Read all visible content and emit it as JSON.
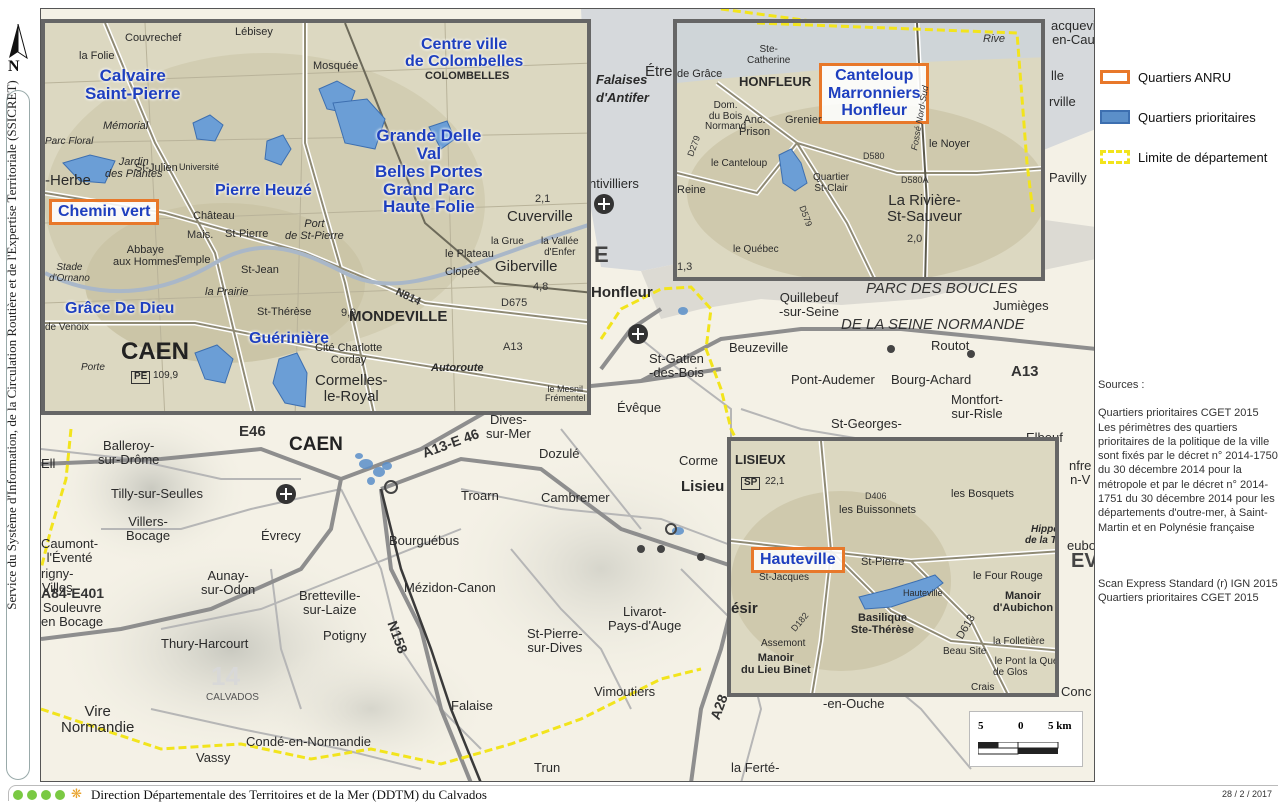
{
  "north": {
    "label": "N"
  },
  "credit_vertical": "Service du Système d'Information, de la Circulation Routière et de l'Expertise Territoriale (SSICRET)",
  "legend": {
    "items": [
      {
        "label": "Quartiers ANRU",
        "color": "#e8782a",
        "style": "outline"
      },
      {
        "label": "Quartiers prioritaires",
        "color": "#5b8fc9",
        "style": "fill"
      },
      {
        "label": "Limite de département",
        "color": "#f2e41c",
        "style": "dashed"
      }
    ]
  },
  "sources": {
    "heading": "Sources :",
    "line1": "Quartiers prioritaires CGET 2015",
    "line2": "Les périmètres des quartiers prioritaires de la politique de la ville sont fixés par le décret n° 2014-1750 du 30 décembre 2014 pour la métropole et par le décret n° 2014-1751 du 30 décembre 2014 pour les départements d'outre-mer, à Saint-Martin et en Polynésie française",
    "line3": "Scan Express Standard (r) IGN 2015",
    "line4": "Quartiers prioritaires CGET 2015"
  },
  "footer": {
    "text": "Direction Départementale des Territoires et de la Mer (DDTM) du Calvados",
    "date": "28 / 2 / 2017",
    "star": "❋"
  },
  "scale": {
    "left": "5",
    "mid": "0",
    "right": "5 km"
  },
  "inset_caen": {
    "quarters": {
      "calvaire": "Calvaire\nSaint-Pierre",
      "colombelles": "Centre ville\nde Colombelles",
      "grande_delle": "Grande Delle\nVal\nBelles Portes\nGrand Parc\nHaute Folie",
      "pierre_heuze": "Pierre Heuzé",
      "chemin_vert": "Chemin vert",
      "grace_de_dieu": "Grâce De Dieu",
      "gueriniere": "Guérinière"
    },
    "places": {
      "caen": "CAEN",
      "mondeville": "MONDEVILLE",
      "cormelles": "Cormelles-\nle-Royal",
      "giberville": "Giberville",
      "cuverville": "Cuverville",
      "colombelles_sm": "COLOMBELLES",
      "mosquee": "Mosquée",
      "st_julien": "St-Julien",
      "st_pierre": "St-Pierre",
      "st_jean": "St-Jean",
      "la_prairie": "la Prairie",
      "abbaye": "Abbaye\naux Hommes",
      "herbe": "-Herbe",
      "jardin": "Jardin\ndes Plantes",
      "parc_floral": "Parc Floral",
      "la_folie": "la Folie",
      "couvrechef": "Couvrechef",
      "memorial": "Mémorial",
      "lebisey": "Lébisey",
      "plateau": "le Plateau",
      "clopee": "Clopée",
      "therese": "St-Thérèse",
      "charlotte": "Cité Charlotte\nCorday",
      "autoroute": "Autoroute",
      "port": "Port\nde St-Pierre",
      "chateau": "Château",
      "temple": "Temple",
      "universite": "Université",
      "vallee": "la Vallée\nd'Enfer",
      "grue": "la Grue",
      "stade": "Stade\nd'Ornano",
      "venoix": "de Venoix",
      "porte": "Porte",
      "pe": "PE",
      "elev": "109,9",
      "mesnil": "le Mesnil\nFrémentel",
      "d675": "D675",
      "a13": "A13",
      "n814": "N814",
      "elev2": "4,8",
      "elev3": "2,1",
      "elev4": "9,9",
      "mais": "Mais.",
      "stadium": "Stade"
    }
  },
  "inset_honfleur": {
    "anru": "Canteloup\nMarronniers\nHonfleur",
    "places": {
      "honfleur": "HONFLEUR",
      "grace": "de Grâce",
      "catherine": "Ste-\nCatherine",
      "grenier": "Grenier",
      "prison": "Anc.\nPrison",
      "dom": "Dom.\ndu Bois\nNormand",
      "reine": "Reine",
      "canteloup": "le Canteloup",
      "quartier": "Quartier\nSt-Clair",
      "riviere": "La Rivière-\nSt-Sauveur",
      "quebec": "le Québec",
      "noyer": "le Noyer",
      "d580": "D580",
      "d580a": "D580A",
      "d579": "D579",
      "d279": "D279",
      "elev": "2,0",
      "elev2": "1,3",
      "fosse": "Fossé Nord-Sud",
      "rive": "Rive"
    }
  },
  "inset_lisieux": {
    "anru": "Hauteville",
    "places": {
      "lisieux": "LISIEUX",
      "sp": "SP",
      "elev": "22,1",
      "buissonnets": "les Buissonnets",
      "bosquets": "les Bosquets",
      "st_jacques": "St-Jacques",
      "st_pierre": "St-Pierre",
      "hippodrome": "Hippod\nde la Trés",
      "four_rouge": "le Four Rouge",
      "manoir_aubichon": "Manoir\nd'Aubichon",
      "hauteville_sm": "Hauteville",
      "basilique": "Basilique\nSte-Thérèse",
      "assemont": "Assemont",
      "manoir_binet": "Manoir\ndu Lieu Binet",
      "folletiere": "la Folletière",
      "beau_site": "Beau Site",
      "pont_glos": "le Pont\nde Glos",
      "la_que": "la Que",
      "crais": "Crais",
      "esir": "ésir",
      "d613": "D613",
      "d406": "D406",
      "d182": "D182"
    }
  },
  "base_places": {
    "caen": "CAEN",
    "honfleur": "Honfleur",
    "lisieux": "Lisieu",
    "balleroy": "Balleroy-\nsur-Drôme",
    "tilly": "Tilly-sur-Seulles",
    "villers": "Villers-\nBocage",
    "aunay": "Aunay-\nsur-Odon",
    "evrecy": "Évrecy",
    "bretteville": "Bretteville-\nsur-Laize",
    "potigny": "Potigny",
    "thury": "Thury-Harcourt",
    "souleuvre": "Souleuvre\nen Bocage",
    "vire": "Vire\nNormandie",
    "conde": "Condé-en-Normandie",
    "vassy": "Vassy",
    "falaise": "Falaise",
    "trun": "Trun",
    "vimoutiers": "Vimoutiers",
    "stpierre_dives": "St-Pierre-\nsur-Dives",
    "livarot": "Livarot-\nPays-d'Auge",
    "mezidon": "Mézidon-Canon",
    "bourguebus": "Bourguébus",
    "troarn": "Troarn",
    "cambremer": "Cambremer",
    "dozule": "Dozulé",
    "dives": "Dives-\nsur-Mer",
    "beuzeville": "Beuzeville",
    "pont_audemer": "Pont-Audemer",
    "bourg_achard": "Bourg-Achard",
    "routot": "Routot",
    "montfort": "Montfort-\nsur-Risle",
    "st_georges": "St-Georges-",
    "elbeuf": "Elbeuf",
    "st_gatien": "St-Gatien\n-des-Bois",
    "eveque": "Évêque",
    "quillebeuf": "Quillebeuf\n-sur-Seine",
    "jumieges": "Jumièges",
    "parc1": "PARC DES BOUCLES",
    "parc2": "DE LA SEINE NORMANDE",
    "cormeilles": "Corme",
    "caumont": "Caumont-\nl'Éventé",
    "rigny": "rigny-\nVilles",
    "etr": "Étre",
    "falaises": "Falaises",
    "antifer": "d'Antifer",
    "montivilliers": "ntivilliers",
    "ouche": "-en-Ouche",
    "ferte": "la Ferté-",
    "calvados": "CALVADOS",
    "dept14": "14",
    "a13": "A13",
    "a13e46": "A13-E 46",
    "e46": "E46",
    "a84": "A84-E401",
    "n158": "N158",
    "a28": "A28",
    "e_letter": "E",
    "ev": "EV",
    "conc": "Conc",
    "enfre": "nfre\nn-V",
    "eub": "eubo",
    "acquevi": "acquevi\nen-Cau",
    "lle": "lle",
    "rville": "rville",
    "pavilly": "Pavilly",
    "ell": "Ell",
    "my": "ny"
  }
}
